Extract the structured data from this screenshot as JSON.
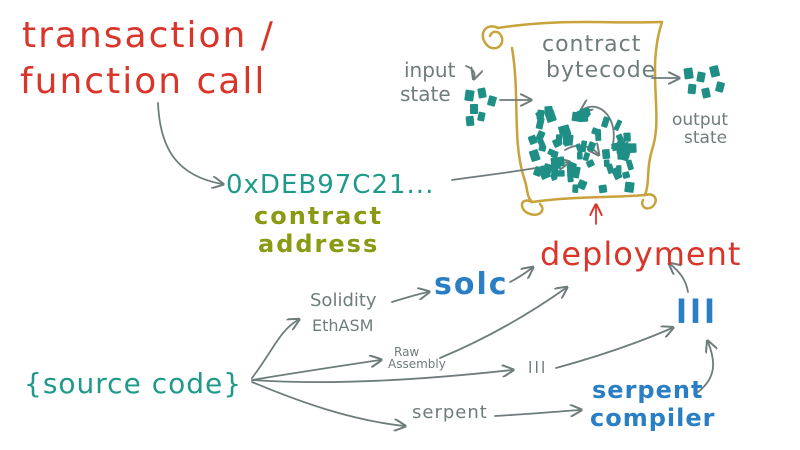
{
  "colors": {
    "red": "#d9352b",
    "gray": "#6f7c7c",
    "olive": "#8a9a12",
    "teal": "#1f9a8a",
    "blue": "#2a7fc4",
    "gold": "#c8a23a",
    "cell": "#1f8f86"
  },
  "transaction": {
    "line1": "transaction /",
    "line2": "function call"
  },
  "address": {
    "value": "0xDEB97C21...",
    "label_line1": "contract",
    "label_line2": "address"
  },
  "scroll": {
    "title_line1": "contract",
    "title_line2": "bytecode"
  },
  "input_state": {
    "line1": "input",
    "line2": "state"
  },
  "output_state": {
    "line1": "output",
    "line2": "state"
  },
  "deployment": "deployment",
  "compilers": {
    "solc": "solc",
    "lll_big": "lll",
    "lll_small": "lll",
    "serpent_line1": "serpent",
    "serpent_line2": "compiler"
  },
  "languages": {
    "solidity": "Solidity",
    "ethasm": "EthASM",
    "raw_line1": "Raw",
    "raw_line2": "Assembly",
    "serpent": "serpent"
  },
  "source_code": "{source code}"
}
